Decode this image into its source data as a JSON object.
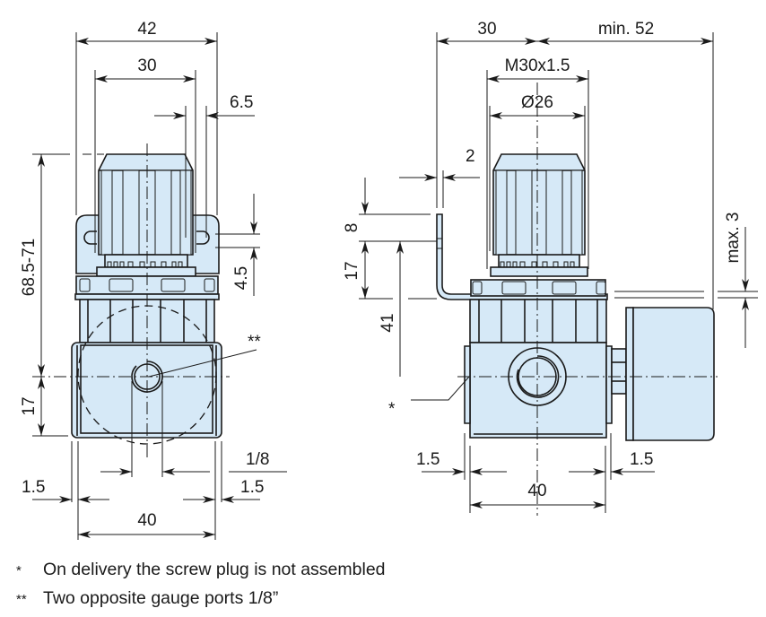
{
  "drawing": {
    "subject": "Pressure regulator dimensional drawing",
    "front_view": {
      "dimensions": {
        "overall_width": "42",
        "knob_width": "30",
        "bracket_offset": "6.5",
        "height": "68.5-71",
        "port_height": "17",
        "bracket_hole": "4.5",
        "gauge_port_marker": "**",
        "gauge_port": "1/8",
        "left_offset": "1.5",
        "right_offset": "1.5",
        "body_width": "40"
      }
    },
    "side_view": {
      "dimensions": {
        "bracket_to_center": "30",
        "gauge_clearance": "min. 52",
        "thread": "M30x1.5",
        "knob_diameter": "Ø26",
        "bracket_thickness": "2",
        "bracket_upper": "8",
        "bracket_lower": "17",
        "bracket_to_port": "41",
        "gauge_offset": "max. 3",
        "plug_marker": "*",
        "left_offset": "1.5",
        "right_offset": "1.5",
        "body_width": "40"
      }
    },
    "colors": {
      "part_fill": "#d6e9f7",
      "line": "#1a1a1a"
    }
  },
  "notes": [
    {
      "mark": "*",
      "text": "On delivery the screw plug is not assembled"
    },
    {
      "mark": "**",
      "text": "Two opposite gauge ports 1/8”"
    }
  ]
}
